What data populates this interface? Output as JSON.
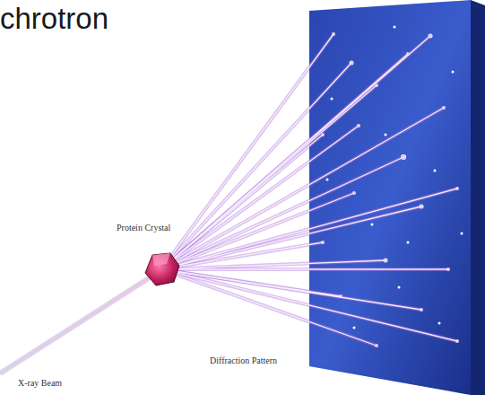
{
  "diagram": {
    "labels": [
      "chrotron",
      "Protein Crystal",
      "X-ray Beam",
      "Diffraction Pattern"
    ]
  }
}
